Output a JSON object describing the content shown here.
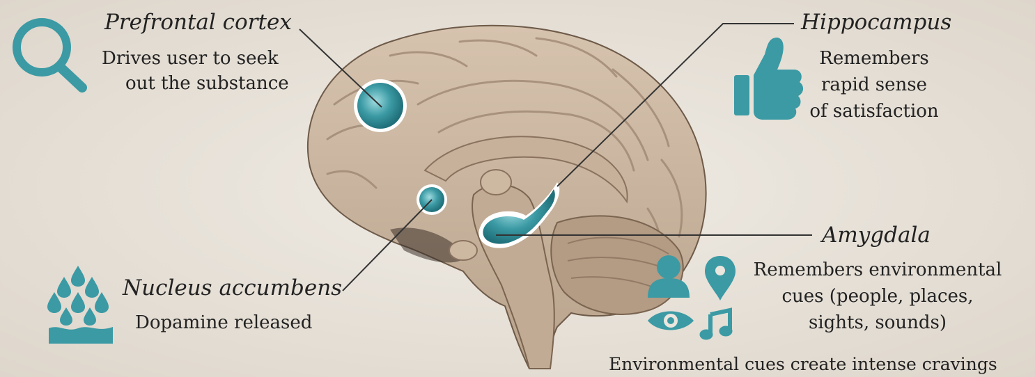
{
  "regions": {
    "prefrontal": {
      "name": "Prefrontal cortex",
      "line1": "Drives user to seek",
      "line2": "out the substance"
    },
    "hippocampus": {
      "name": "Hippocampus",
      "line1": "Remembers",
      "line2": "rapid sense",
      "line3": "of satisfaction"
    },
    "amygdala": {
      "name": "Amygdala",
      "line1": "Remembers environmental",
      "line2": "cues (people, places,",
      "line3": "sights, sounds)"
    },
    "nucleus": {
      "name": "Nucleus accumbens",
      "line1": "Dopamine released"
    }
  },
  "footer": "Environmental cues create intense cravings",
  "colors": {
    "accent": "#3b9aa4",
    "brain": "#cbb6a0",
    "text": "#222222",
    "background": "#ebe6de"
  },
  "icons": [
    "magnifier-icon",
    "thumbs-up-icon",
    "person-icon",
    "location-pin-icon",
    "eye-icon",
    "music-note-icon",
    "droplets-icon"
  ]
}
